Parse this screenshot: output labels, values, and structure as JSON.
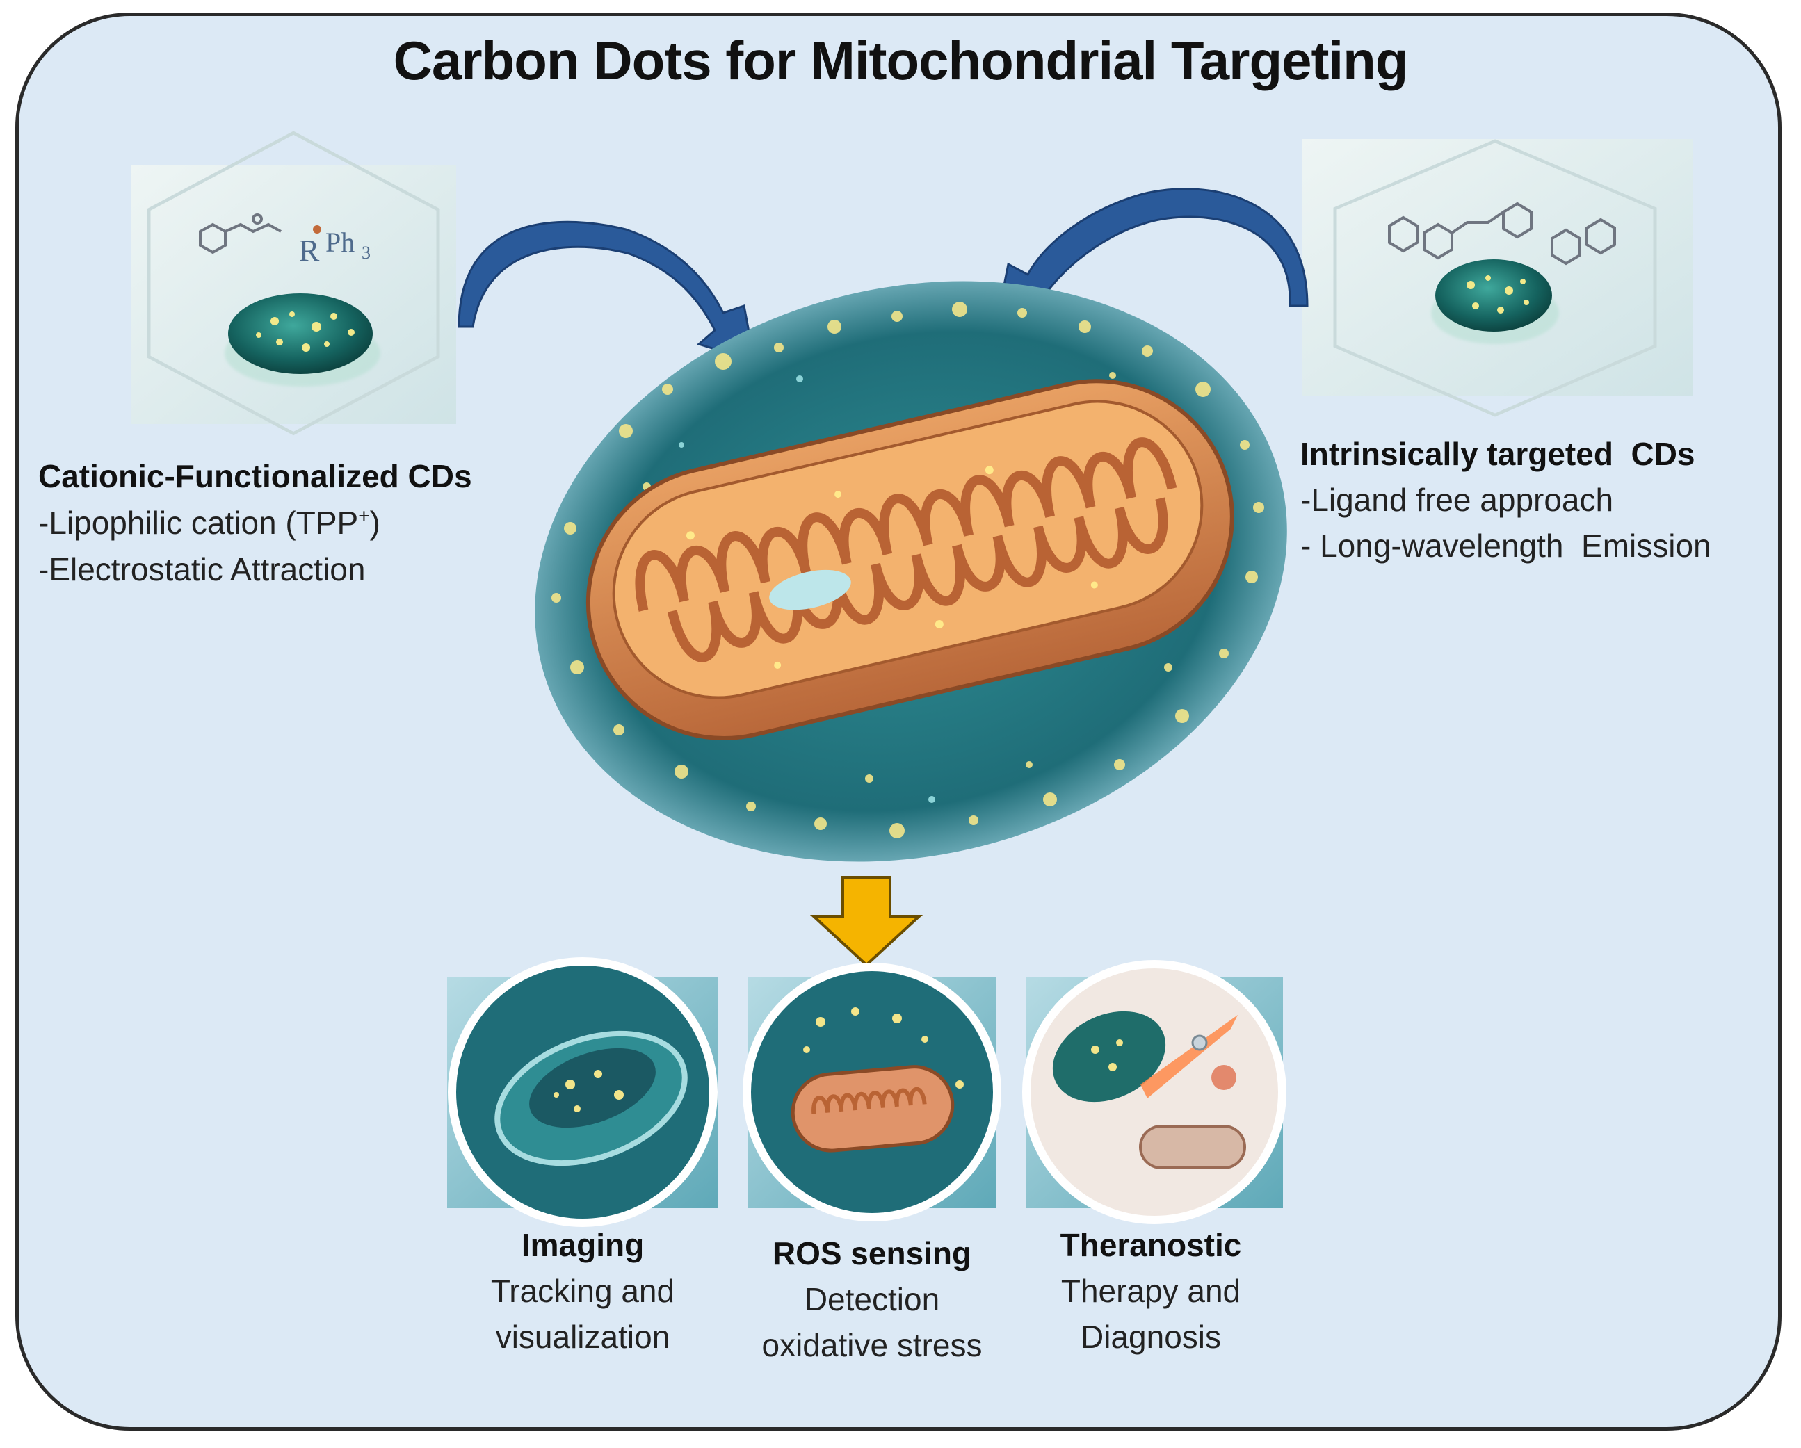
{
  "title": "Carbon Dots for Mitochondrial Targeting",
  "left_panel": {
    "heading": "Cationic-Functionalized CDs",
    "line1_pre": "-Lipophilic cation (TPP",
    "line1_sup": "+",
    "line1_post": ")",
    "line2": "-Electrostatic Attraction",
    "structure_r": "R",
    "structure_ph": "Ph",
    "structure_sub": "3"
  },
  "right_panel": {
    "heading": "Intrinsically targeted  CDs",
    "line1": "-Ligand free approach",
    "line2": "- Long-wavelength  Emission"
  },
  "applications": [
    {
      "name": "Imaging",
      "line1": "Tracking and",
      "line2": "visualization"
    },
    {
      "name": "ROS sensing",
      "line1": "Detection",
      "line2": "oxidative stress"
    },
    {
      "name": "Theranostic",
      "line1": "Therapy and",
      "line2": "Diagnosis"
    }
  ],
  "colors": {
    "background": "#dce9f5",
    "blue_arrow": "#2a5a9a",
    "yellow_arrow": "#f5b400",
    "carbon_dot": "#1f6f6a",
    "mito_membrane": "#c77742"
  }
}
